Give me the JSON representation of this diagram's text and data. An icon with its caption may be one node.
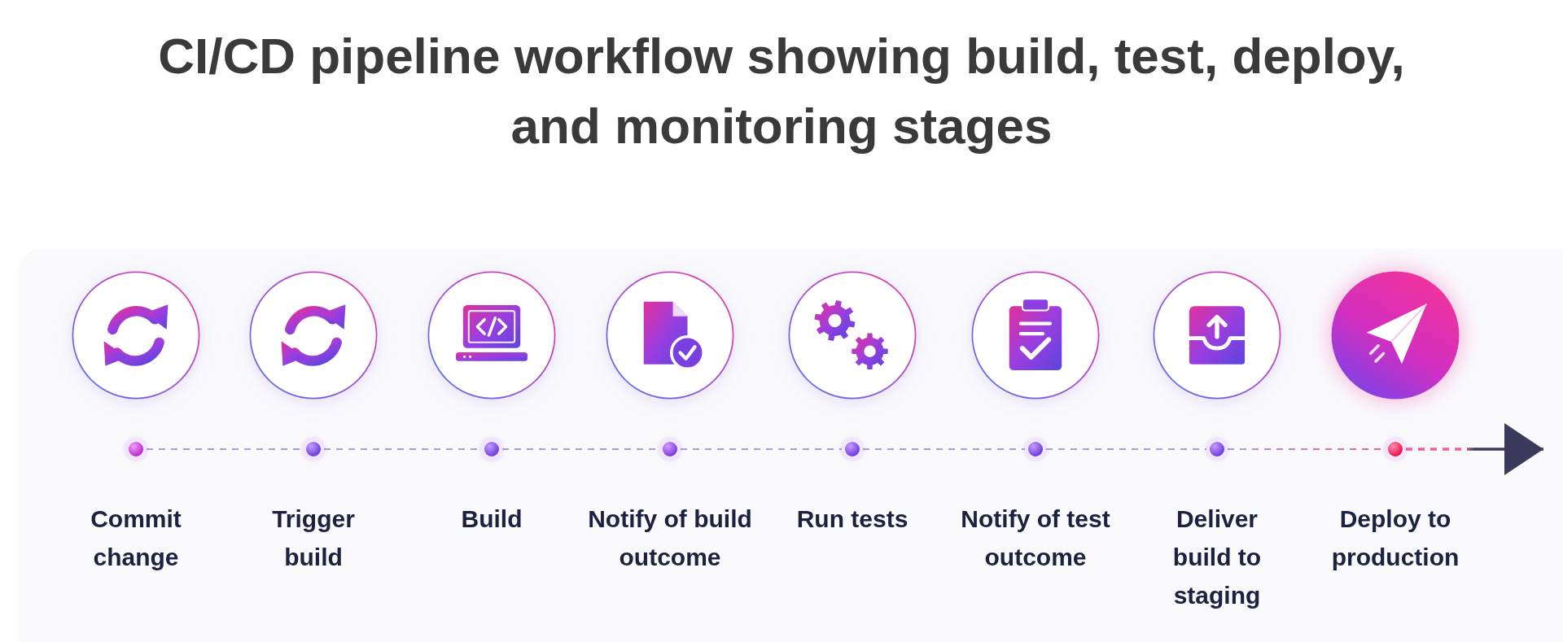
{
  "diagram": {
    "title": "CI/CD pipeline workflow showing build, test, deploy, and monitoring stages",
    "nodes": [
      {
        "text": [],
        "shape": "circle",
        "beside": [
          "Commit change"
        ]
      },
      {
        "text": [],
        "shape": "circle",
        "beside": [
          "Trigger build"
        ]
      },
      {
        "text": [],
        "shape": "circle",
        "beside": [
          "Build"
        ]
      },
      {
        "text": [],
        "shape": "circle",
        "beside": [
          "Notify of build outcome"
        ]
      },
      {
        "text": [],
        "shape": "circle",
        "beside": [
          "Run tests"
        ]
      },
      {
        "text": [],
        "shape": "circle",
        "beside": [
          "Notify of test outcome"
        ]
      },
      {
        "text": [],
        "shape": "circle",
        "beside": [
          "Deliver build to staging"
        ]
      },
      {
        "text": [],
        "shape": "circle",
        "beside": [
          "Deploy to production"
        ]
      }
    ],
    "edges": [
      {
        "from": 0,
        "to": 1,
        "arrow": "none",
        "style": "dashed"
      },
      {
        "from": 1,
        "to": 2,
        "arrow": "none",
        "style": "dashed"
      },
      {
        "from": 2,
        "to": 3,
        "arrow": "none",
        "style": "dashed"
      },
      {
        "from": 3,
        "to": 4,
        "arrow": "none",
        "style": "dashed"
      },
      {
        "from": 4,
        "to": 5,
        "arrow": "none",
        "style": "dashed"
      },
      {
        "from": 5,
        "to": 6,
        "arrow": "none",
        "style": "dashed"
      },
      {
        "from": 6,
        "to": 7,
        "arrow": "none",
        "style": "dashed",
        "color": "#e8609e"
      },
      {
        "from": 7,
        "to": null,
        "arrow": "to",
        "style": "dashed",
        "color": "#3c3a5c"
      }
    ]
  }
}
